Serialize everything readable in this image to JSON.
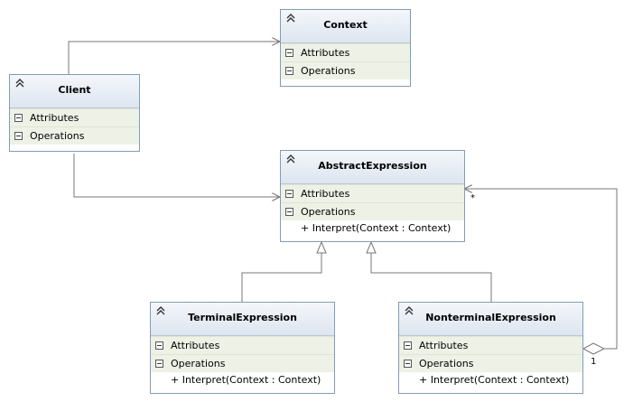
{
  "colors": {
    "border": "#7f9db9",
    "section_bg": "#eef2e6",
    "line": "#777777"
  },
  "classes": {
    "context": {
      "name": "Context",
      "attributes": "Attributes",
      "operations": "Operations"
    },
    "client": {
      "name": "Client",
      "attributes": "Attributes",
      "operations": "Operations"
    },
    "abstract": {
      "name": "AbstractExpression",
      "attributes": "Attributes",
      "operations": "Operations",
      "op1": "+ Interpret(Context : Context)"
    },
    "terminal": {
      "name": "TerminalExpression",
      "attributes": "Attributes",
      "operations": "Operations",
      "op1": "+ Interpret(Context : Context)"
    },
    "nonterminal": {
      "name": "NonterminalExpression",
      "attributes": "Attributes",
      "operations": "Operations",
      "op1": "+ Interpret(Context : Context)"
    }
  },
  "multiplicity": {
    "many": "*",
    "one": "1"
  }
}
